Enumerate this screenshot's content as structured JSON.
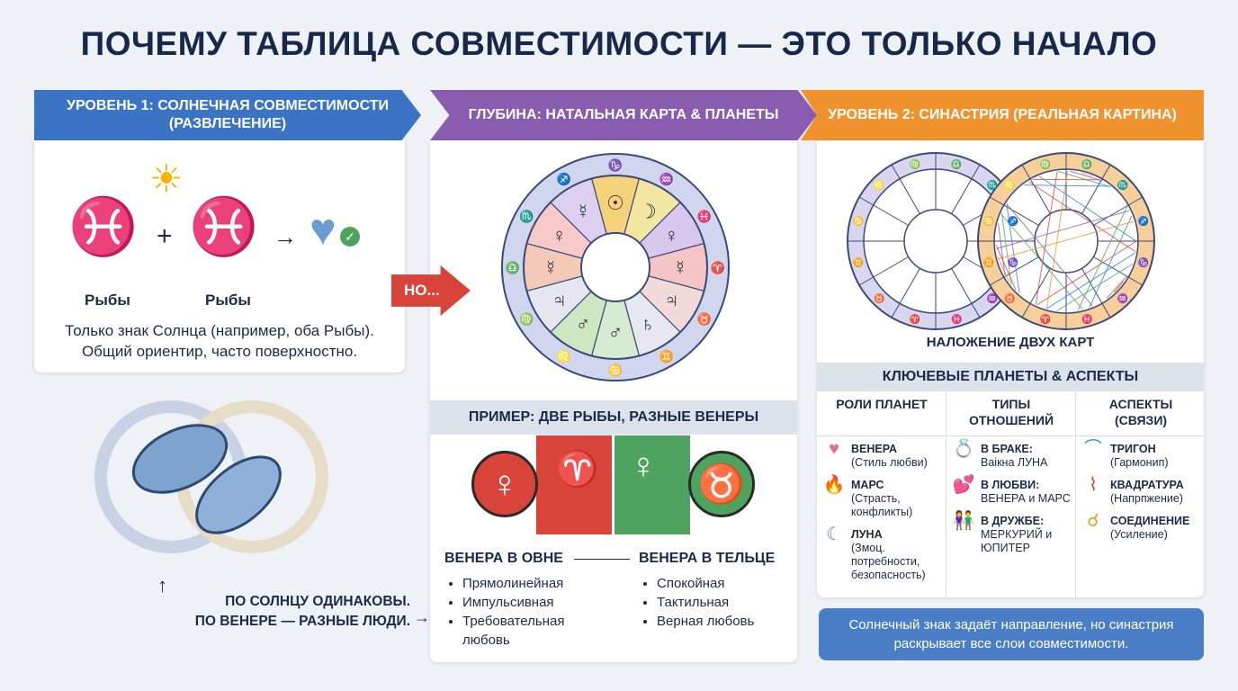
{
  "title": "ПОЧЕМУ ТАБЛИЦА СОВМЕСТИМОСТИ — ЭТО ТОЛЬКО НАЧАЛО",
  "level1": {
    "header": "УРОВЕНЬ 1: СОЛНЕЧНАЯ СОВМЕСТИМОСТИ (РАЗВЛЕЧЕНИЕ)",
    "plus": "+",
    "arrow": "→",
    "sign_a": "Рыбы",
    "sign_b": "Рыбы",
    "desc": "Только знак Солнца (например, оба Рыбы). Общий ориентир, часто поверхностно."
  },
  "but_label": "НО...",
  "depth": {
    "header": "ГЛУБИНА: НАТАЛЬНАЯ КАРТА & ПЛАНЕТЫ",
    "example_header": "ПРИМЕР: ДВЕ РЫБЫ, РАЗНЫЕ ВЕНЕРЫ",
    "left_title": "ВЕНЕРА В ОВНЕ",
    "right_title": "ВЕНЕРА В ТЕЛЬЦЕ",
    "left_items": [
      "Прямолинейная",
      "Импульсивная",
      "Требовательная любовь"
    ],
    "right_items": [
      "Спокойная",
      "Тактильная",
      "Верная любовь"
    ],
    "venus": "♀",
    "aries": "♈",
    "taurus": "♉"
  },
  "level2": {
    "header": "УРОВЕНЬ 2: СИНАСТРИЯ (РЕАЛЬНАЯ КАРТИНА)",
    "overlay_caption": "НАЛОЖЕНИЕ ДВУХ КАРТ",
    "key_header": "КЛЮЧЕВЫЕ ПЛАНЕТЫ & АСПЕКТЫ",
    "columns": [
      {
        "title": "РОЛИ ПЛАНЕТ",
        "items": [
          {
            "icon": "♥",
            "name": "ВЕНЕРА",
            "desc": "(Стиль любви)"
          },
          {
            "icon": "🔥",
            "name": "МАРС",
            "desc": "(Страсть, конфликты)"
          },
          {
            "icon": "☾",
            "name": "ЛУНА",
            "desc": "(Змоц. потребности, безопасность)"
          }
        ]
      },
      {
        "title": "ТИПЫ ОТНОШЕНИЙ",
        "items": [
          {
            "icon": "💍",
            "name": "В БРАКЕ:",
            "desc": "Ваікна ЛУНА"
          },
          {
            "icon": "💕",
            "name": "В ЛЮБВИ:",
            "desc": "ВЕНЕРА и МАРС"
          },
          {
            "icon": "👫",
            "name": "В ДРУЖБЕ:",
            "desc": "МЕРКУРИЙ и ЮПИТЕР"
          }
        ]
      },
      {
        "title": "АСПЕКТЫ (СВЯЗИ)",
        "items": [
          {
            "icon": "⌒",
            "name": "ТРИГОН",
            "desc": "(Гармонип)"
          },
          {
            "icon": "⌇",
            "name": "КВАДРАТУРА",
            "desc": "(Напрпжение)"
          },
          {
            "icon": "☌",
            "name": "СОЕДИНЕНИЕ",
            "desc": "(Усиление)"
          }
        ]
      }
    ]
  },
  "bottom_note": "Солнечный знак задаёт направление, но синастрия раскрывает все слои совместимости.",
  "bottom_left": {
    "line1": "ПО СОЛНЦУ ОДИНАКОВЫ.",
    "line2": "ПО ВЕНЕРЕ — РАЗНЫЕ ЛЮДИ."
  },
  "colors": {
    "blue": "#3b74c4",
    "purple": "#8a5cb0",
    "orange": "#f0922e",
    "red": "#d9443a",
    "green": "#4ea45f",
    "navy": "#17284a"
  }
}
